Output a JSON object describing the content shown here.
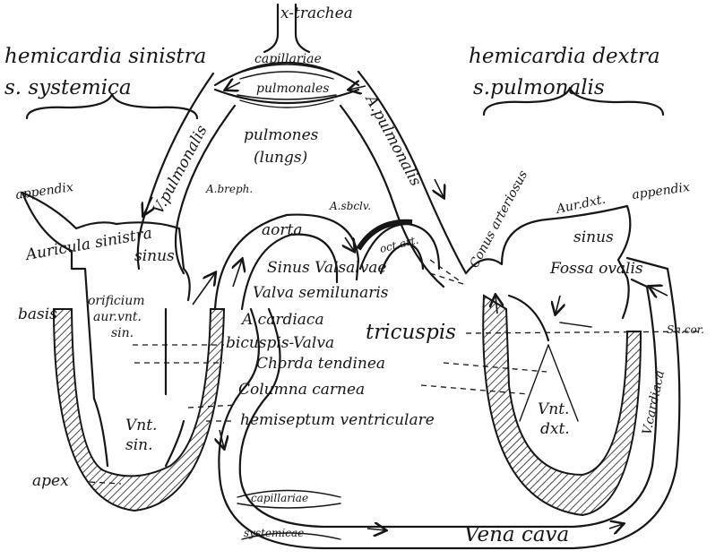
{
  "labels": {
    "trachea": "x-trachea",
    "left_heart_title": "hemicardia sinistra",
    "left_heart_subtitle": "s. systemica",
    "right_heart_title": "hemicardia dextra",
    "right_heart_subtitle": "s.pulmonalis",
    "capillariae_top": "capillariae",
    "pulmonales": "pulmonales",
    "pulmones": "pulmones",
    "lungs": "(lungs)",
    "v_pulmonalis": "V.pulmonalis",
    "a_pulmonalis": "A.pulmonalis",
    "a_breph": "A.breph.",
    "a_sbclv": "A.sbclv.",
    "oct_art": "oct.art.",
    "aorta": "aorta",
    "appendix_left": "appendix",
    "auricula": "Auricula sinistra",
    "sinus_left": "sinus",
    "basis": "basis",
    "orificium": "orificium",
    "aur_vnt": "aur.vnt.",
    "sin_small": "sin.",
    "vnt_sin_1": "Vnt.",
    "vnt_sin_2": "sin.",
    "apex": "apex",
    "sinus_valsalvae": "Sinus Valsalvae",
    "valva_semilunaris": "Valva semilunaris",
    "a_cardiaca": "A.cardiaca",
    "bicuspis": "bicuspis-Valva",
    "tricuspis": "tricuspis",
    "chorda": "Chorda tendinea",
    "columna": "Columna carnea",
    "hemiseptum": "hemiseptum ventriculare",
    "conus": "Conus arteriosus",
    "aur_dxt": "Aur.dxt.",
    "appendix_right": "appendix",
    "sinus_right": "sinus",
    "fossa": "Fossa ovalis",
    "sn_cor": "Sn.cor.",
    "v_cardiaca": "V.cardiaca",
    "vnt_dxt_1": "Vnt.",
    "vnt_dxt_2": "dxt.",
    "capillariae_bottom": "capillariae",
    "systemicae": "systemicae",
    "vena_cava": "Vena cava"
  },
  "colors": {
    "ink": "#161616",
    "paper": "#ffffff"
  }
}
